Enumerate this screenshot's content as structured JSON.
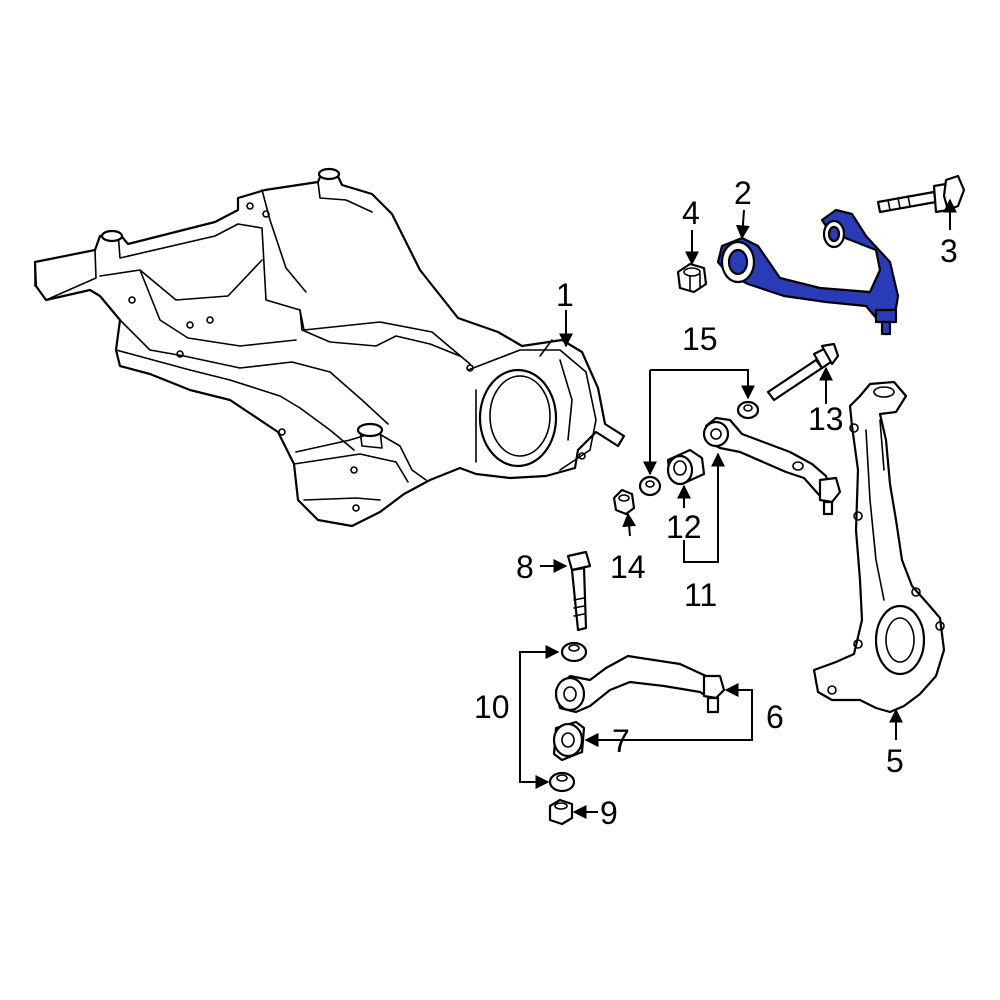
{
  "diagram": {
    "highlight_color": "#2a3bb8",
    "line_color": "#000000",
    "background": "#ffffff",
    "highlighted_part": "2",
    "callouts": [
      {
        "id": "c1",
        "label": "1"
      },
      {
        "id": "c2",
        "label": "2"
      },
      {
        "id": "c3",
        "label": "3"
      },
      {
        "id": "c4",
        "label": "4"
      },
      {
        "id": "c5",
        "label": "5"
      },
      {
        "id": "c6",
        "label": "6"
      },
      {
        "id": "c7",
        "label": "7"
      },
      {
        "id": "c8",
        "label": "8"
      },
      {
        "id": "c9",
        "label": "9"
      },
      {
        "id": "c10",
        "label": "10"
      },
      {
        "id": "c11",
        "label": "11"
      },
      {
        "id": "c12",
        "label": "12"
      },
      {
        "id": "c13",
        "label": "13"
      },
      {
        "id": "c14",
        "label": "14"
      },
      {
        "id": "c15",
        "label": "15"
      }
    ]
  }
}
